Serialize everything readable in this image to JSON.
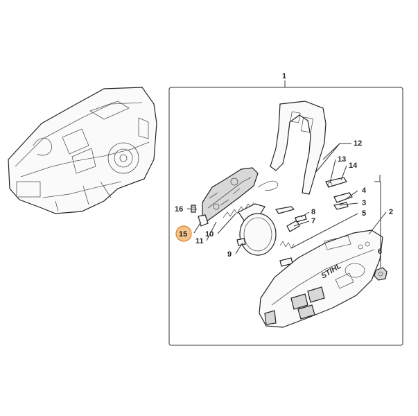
{
  "diagram": {
    "brand_text": "STIHL",
    "highlight_color": "#f7c38a",
    "highlight_stroke": "#d9822b",
    "callouts": [
      {
        "id": "c1",
        "label": "1"
      },
      {
        "id": "c2",
        "label": "2"
      },
      {
        "id": "c3",
        "label": "3"
      },
      {
        "id": "c4",
        "label": "4"
      },
      {
        "id": "c5",
        "label": "5"
      },
      {
        "id": "c6",
        "label": "6"
      },
      {
        "id": "c7",
        "label": "7"
      },
      {
        "id": "c8",
        "label": "8"
      },
      {
        "id": "c9",
        "label": "9"
      },
      {
        "id": "c10",
        "label": "10"
      },
      {
        "id": "c11",
        "label": "11"
      },
      {
        "id": "c12",
        "label": "12"
      },
      {
        "id": "c13",
        "label": "13"
      },
      {
        "id": "c14",
        "label": "14"
      },
      {
        "id": "c15",
        "label": "15"
      },
      {
        "id": "c16",
        "label": "16"
      }
    ]
  }
}
